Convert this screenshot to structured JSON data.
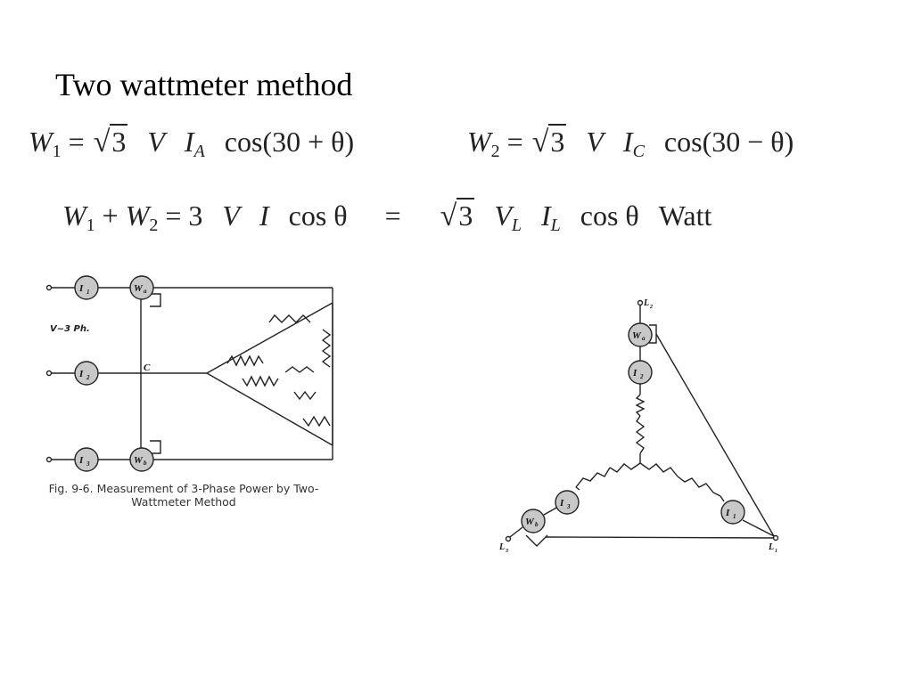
{
  "slide": {
    "title": "Two wattmeter method"
  },
  "equations": {
    "eq1": {
      "lhs": "W",
      "lhs_sub": "1",
      "radicand": "3",
      "v": "V",
      "i": "I",
      "i_sub": "A",
      "trig": "cos(30 + θ)"
    },
    "eq2": {
      "lhs": "W",
      "lhs_sub": "2",
      "radicand": "3",
      "v": "V",
      "i": "I",
      "i_sub": "C",
      "trig": "cos(30 − θ)"
    },
    "eq3": {
      "w1": "W",
      "w1_sub": "1",
      "plus": "+",
      "w2": "W",
      "w2_sub": "2",
      "eq": "=",
      "three": "3",
      "v": "V",
      "i": "I",
      "cos": "cos θ",
      "eq2": "=",
      "radicand": "3",
      "vl": "V",
      "vl_sub": "L",
      "il": "I",
      "il_sub": "L",
      "cos2": "cos θ",
      "unit": "Watt"
    }
  },
  "figure_left": {
    "meters": [
      {
        "id": "I1",
        "base": "I",
        "sub": "1"
      },
      {
        "id": "I2",
        "base": "I",
        "sub": "2"
      },
      {
        "id": "I3",
        "base": "I",
        "sub": "3"
      },
      {
        "id": "Wa",
        "base": "W",
        "sub": "a"
      },
      {
        "id": "Wb",
        "base": "W",
        "sub": "b"
      }
    ],
    "supply_label": "V~3 Ph.",
    "node_label": "C",
    "caption": "Fig. 9-6. Measurement of 3-Phase Power by Two-Wattmeter Method"
  },
  "figure_right": {
    "meters": [
      {
        "id": "Wa",
        "base": "W",
        "sub": "a"
      },
      {
        "id": "I2",
        "base": "I",
        "sub": "2"
      },
      {
        "id": "I3",
        "base": "I",
        "sub": "3"
      },
      {
        "id": "Wb",
        "base": "W",
        "sub": "b"
      },
      {
        "id": "I1",
        "base": "I",
        "sub": "1"
      }
    ],
    "terminals": [
      {
        "id": "L2",
        "base": "L",
        "sub": "2"
      },
      {
        "id": "L3",
        "base": "L",
        "sub": "3"
      },
      {
        "id": "L1",
        "base": "L",
        "sub": "1"
      }
    ]
  }
}
